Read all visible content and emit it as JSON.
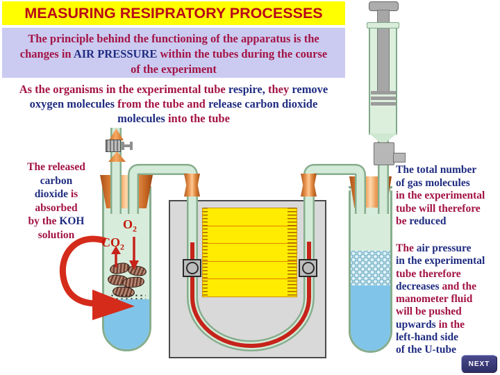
{
  "slide": {
    "title": "MEASURING RESIPRATORY PROCESSES"
  },
  "principle_box": {
    "lines": [
      [
        {
          "t": "The principle behind the functioning of the apparatus is the",
          "c": "r"
        }
      ],
      [
        {
          "t": "changes in ",
          "c": "r"
        },
        {
          "t": "AIR PRESSURE",
          "c": "b"
        },
        {
          "t": " within the tubes during the course",
          "c": "r"
        }
      ],
      [
        {
          "t": "of the experiment",
          "c": "r"
        }
      ]
    ]
  },
  "respire_para": {
    "lines": [
      [
        {
          "t": "As the organisms in the experimental tube ",
          "c": "r"
        },
        {
          "t": "respire,",
          "c": "b"
        },
        {
          "t": " they ",
          "c": "r"
        },
        {
          "t": "remove",
          "c": "b"
        }
      ],
      [
        {
          "t": "oxygen molecules ",
          "c": "b"
        },
        {
          "t": "from the tube and ",
          "c": "r"
        },
        {
          "t": "release carbon dioxide",
          "c": "b"
        }
      ],
      [
        {
          "t": "molecules ",
          "c": "b"
        },
        {
          "t": "into the tube",
          "c": "r"
        }
      ]
    ]
  },
  "left_note": {
    "lines": [
      [
        {
          "t": "The released",
          "c": "r"
        }
      ],
      [
        {
          "t": "carbon",
          "c": "b"
        }
      ],
      [
        {
          "t": "dioxide ",
          "c": "b"
        },
        {
          "t": "is",
          "c": "r"
        }
      ],
      [
        {
          "t": "absorbed",
          "c": "r"
        }
      ],
      [
        {
          "t": "by the ",
          "c": "r"
        },
        {
          "t": "KOH",
          "c": "b"
        }
      ],
      [
        {
          "t": "solution",
          "c": "r"
        }
      ]
    ]
  },
  "right_note_reduced": {
    "lines": [
      [
        {
          "t": "The total number",
          "c": "b"
        }
      ],
      [
        {
          "t": "of gas molecules",
          "c": "b"
        }
      ],
      [
        {
          "t": "in the experimental",
          "c": "r"
        }
      ],
      [
        {
          "t": "tube will therefore",
          "c": "r"
        }
      ],
      [
        {
          "t": "be ",
          "c": "r"
        },
        {
          "t": "reduced",
          "c": "b"
        }
      ]
    ]
  },
  "right_note_pressure": {
    "lines": [
      [
        {
          "t": "The ",
          "c": "r"
        },
        {
          "t": "air pressure",
          "c": "b"
        }
      ],
      [
        {
          "t": "in the experimental",
          "c": "b"
        }
      ],
      [
        {
          "t": "tube therefore",
          "c": "r"
        }
      ],
      [
        {
          "t": "decreases ",
          "c": "b"
        },
        {
          "t": "and the",
          "c": "r"
        }
      ],
      [
        {
          "t": "manometer fluid",
          "c": "r"
        }
      ],
      [
        {
          "t": "will be pushed",
          "c": "r"
        }
      ],
      [
        {
          "t": "upwards ",
          "c": "b"
        },
        {
          "t": "in the",
          "c": "r"
        }
      ],
      [
        {
          "t": "left-hand side",
          "c": "b"
        }
      ],
      [
        {
          "t": "of the U-tube",
          "c": "b"
        }
      ]
    ]
  },
  "labels": {
    "o2_base": "O",
    "o2_sub": "2",
    "co2_base": "CO",
    "co2_sub": "2"
  },
  "nav": {
    "next_label": "NEXT"
  },
  "colors": {
    "title_red": "#B80A18",
    "body_crimson": "#A31345",
    "body_navy": "#1F2C81",
    "title_bg": "#FFFF00",
    "principle_bg": "#CBCBF1",
    "arrow_red": "#D52B1B",
    "manometer_fluid": "#C6231A",
    "koh_liquid": "#80C5E9",
    "glass_green": "#D8ECDC",
    "bung_orange": "#E08A40",
    "scale_yellow": "#FFEC00",
    "panel_gray": "#D9D9D9",
    "next_bg": "#33337E"
  }
}
